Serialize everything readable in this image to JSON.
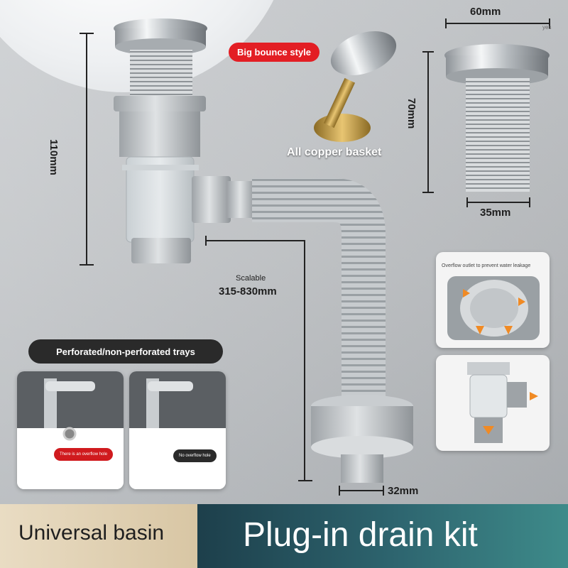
{
  "callouts": {
    "bounce_style": "Big bounce style",
    "copper_basket": "All copper basket",
    "trays": "Perforated/non-perforated trays",
    "overflow_outlet": "Overflow outlet to prevent water leakage",
    "overflow_hole": "There is an overflow hole",
    "no_overflow_hole": "No overflow hole"
  },
  "dimensions": {
    "height_total": "110mm",
    "cap_width": "60mm",
    "plug_height": "70mm",
    "thread_width": "35mm",
    "scalable": "Scalable",
    "scalable_range": "315-830mm",
    "outlet": "32mm",
    "corner_mark": "yes"
  },
  "banner": {
    "left": "Universal basin",
    "right": "Plug-in drain kit"
  },
  "colors": {
    "accent_red": "#e31e24",
    "banner_teal": "#2e6670",
    "banner_beige": "#e9dcc3",
    "arrow_orange": "#f08a24"
  }
}
